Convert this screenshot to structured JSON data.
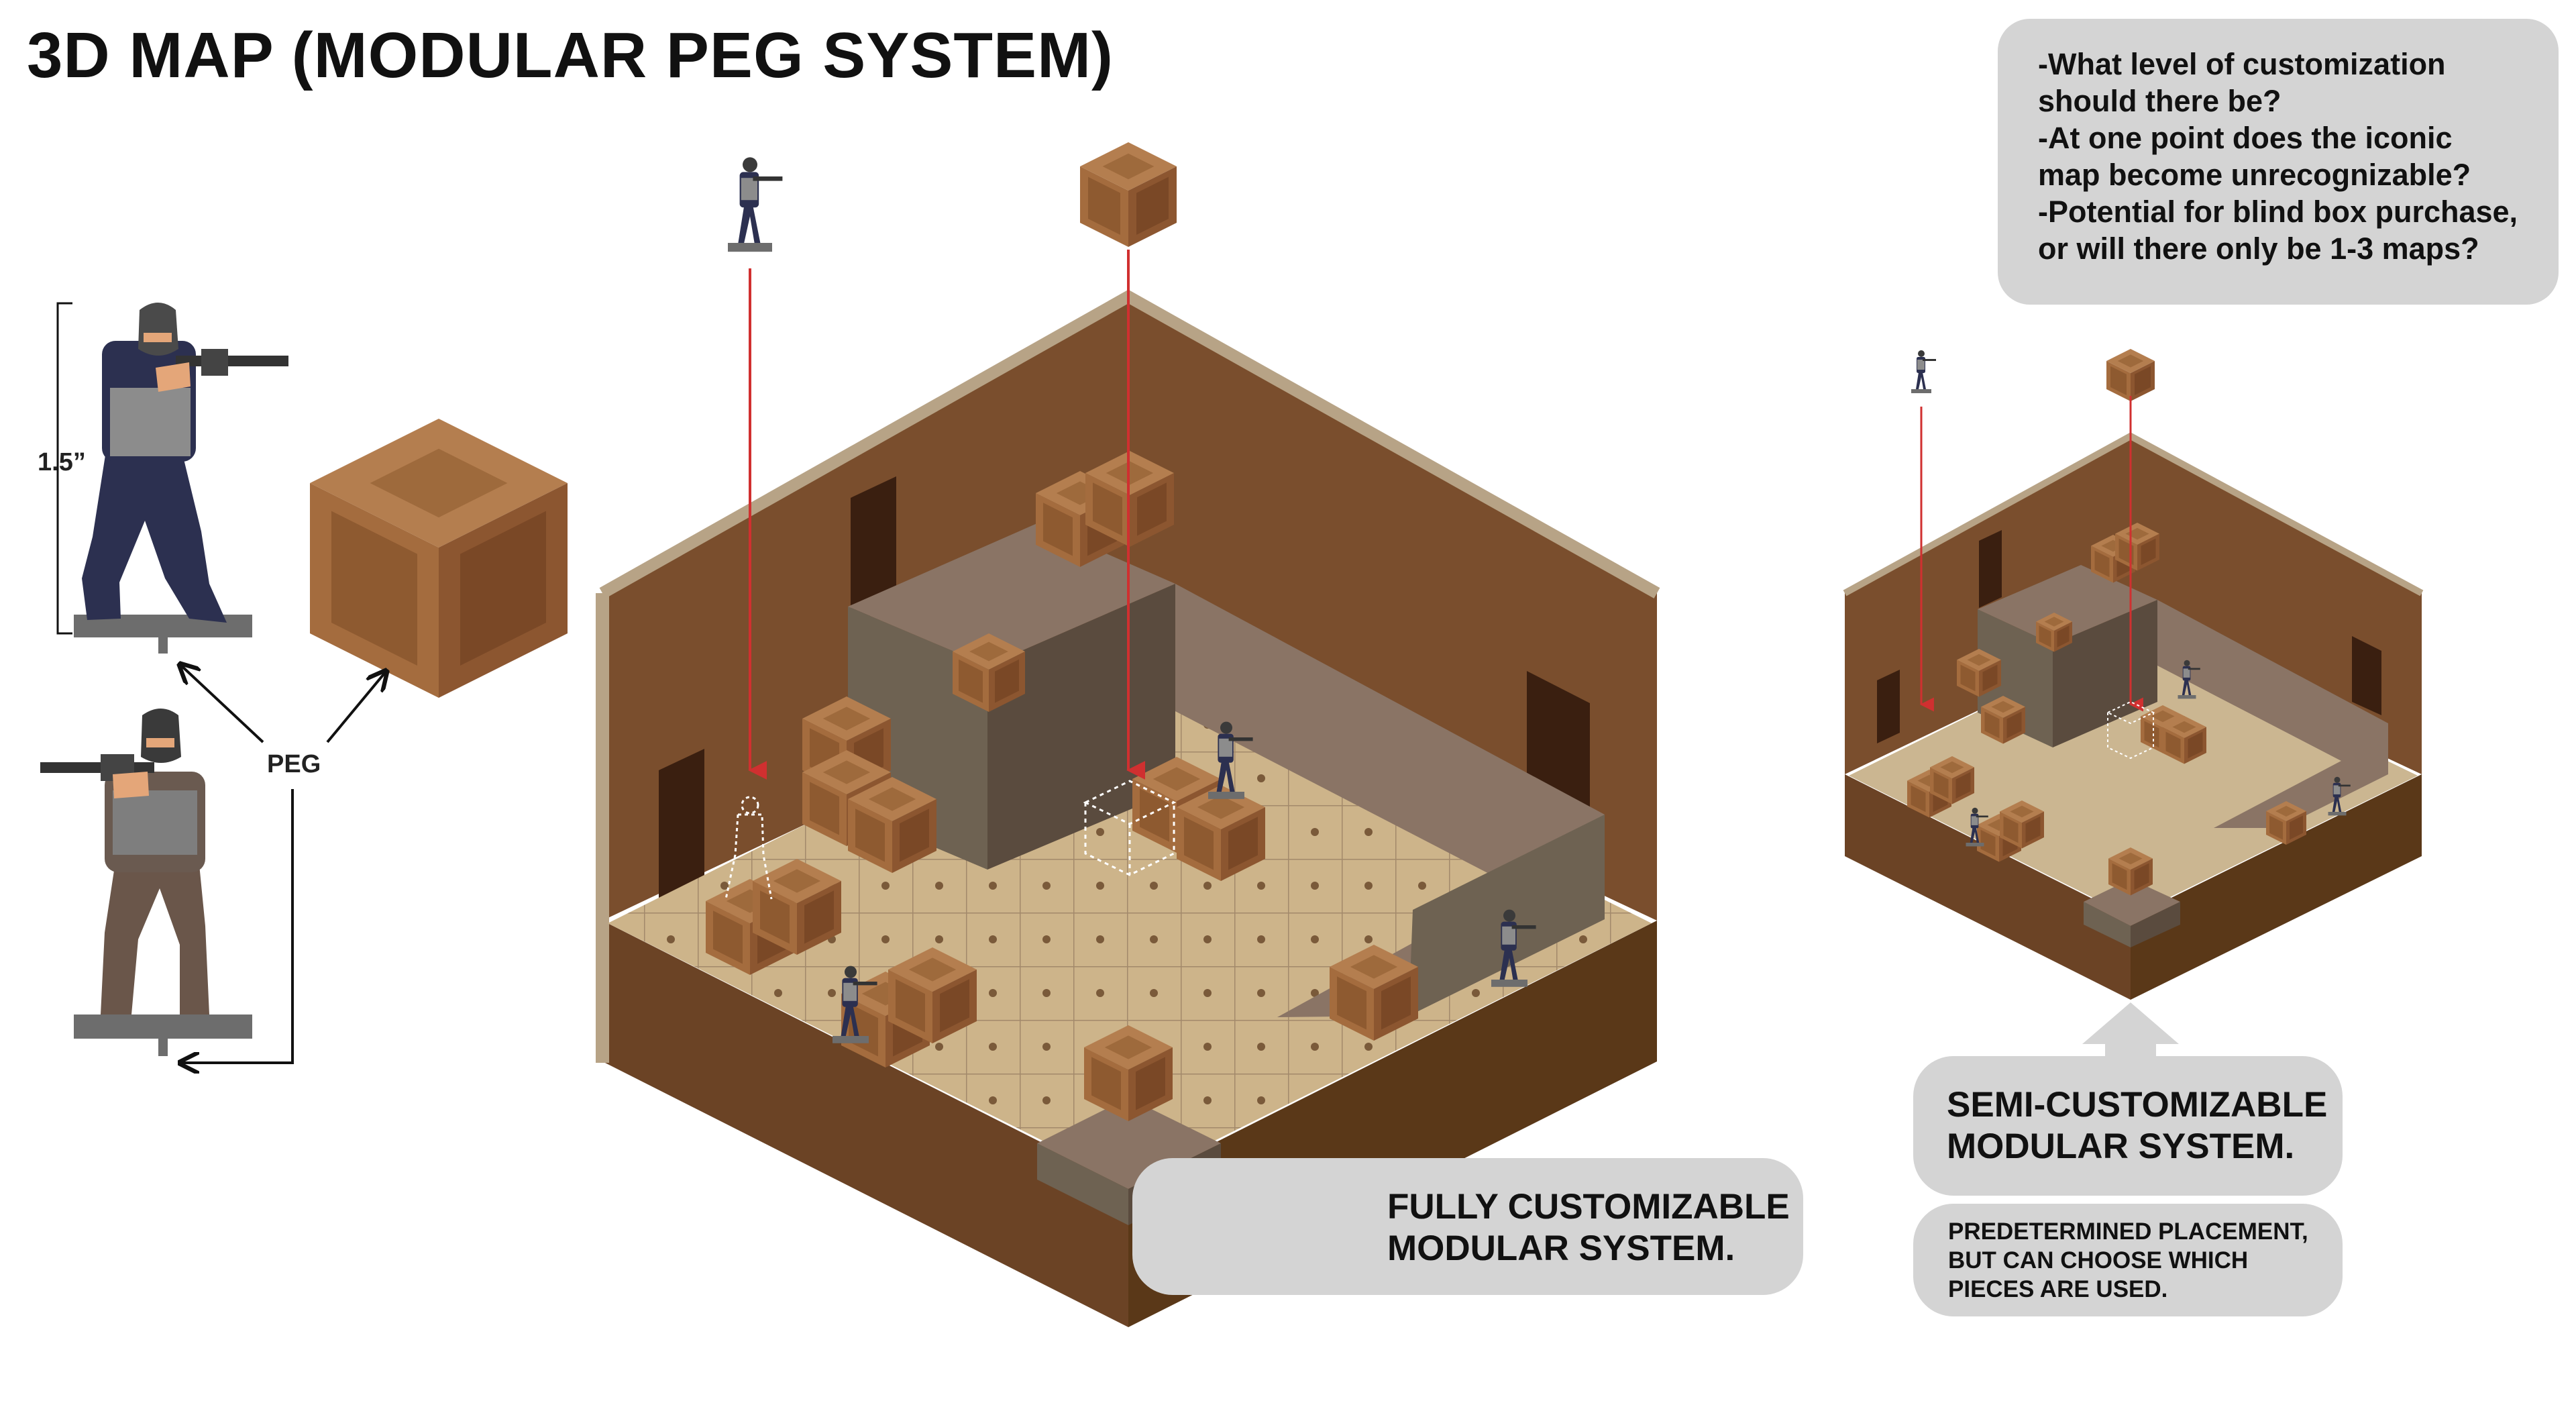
{
  "title": "3D MAP (MODULAR PEG SYSTEM)",
  "questions": [
    "-What level of customization",
    "should there be?",
    "-At one point does the iconic",
    "map become unrecognizable?",
    "-Potential for blind box purchase,",
    "or will there only be 1-3 maps?"
  ],
  "legend": {
    "height_label": "1.5”",
    "peg_label": "PEG"
  },
  "full_system": {
    "label_line1": "FULLY CUSTOMIZABLE",
    "label_line2": "MODULAR SYSTEM."
  },
  "semi_system": {
    "label_line1": "SEMI-CUSTOMIZABLE",
    "label_line2": "MODULAR SYSTEM.",
    "note_line1": "PREDETERMINED PLACEMENT,",
    "note_line2": "BUT CAN CHOOSE WHICH",
    "note_line3": "PIECES ARE USED."
  },
  "colors": {
    "wall": "#7a4e2d",
    "wall_shade": "#6a4226",
    "wall_top": "#b7a386",
    "floor_tile": "#cdb48a",
    "floor_grid": "#a2896b",
    "base_left": "#6b4325",
    "base_right": "#5a3818",
    "crate_top": "#b47e4f",
    "crate_left": "#a46c3e",
    "crate_right": "#8c5630",
    "ramp": "#8a7465",
    "interior_wall": "#6e6252",
    "guide_arrow": "#d03030",
    "bubble": "#d4d4d4",
    "soldier_uniform": "#2c3050",
    "soldier_vest": "#8c8c8c",
    "soldier_skin": "#e4a679",
    "peg_base": "#6d6d6d"
  }
}
